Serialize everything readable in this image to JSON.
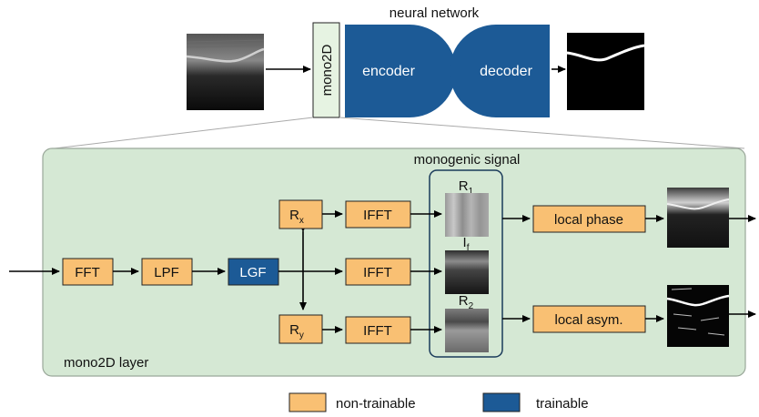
{
  "header": {
    "title": "neural network",
    "mono2d_label": "mono2D",
    "encoder_label": "encoder",
    "decoder_label": "decoder",
    "input_image": "ultrasound-input-thumbnail",
    "output_image": "segmentation-mask-thumbnail"
  },
  "layer": {
    "title": "monogenic signal",
    "name": "mono2D layer",
    "blocks": {
      "fft": "FFT",
      "lpf": "LPF",
      "lgf": "LGF",
      "rx_main": "R",
      "rx_sub": "x",
      "ry_main": "R",
      "ry_sub": "y",
      "ifft_top": "IFFT",
      "ifft_mid": "IFFT",
      "ifft_bot": "IFFT",
      "local_phase": "local phase",
      "local_asym": "local asym."
    },
    "signals": {
      "r1_main": "R",
      "r1_sub": "1",
      "if_main": "I",
      "if_sub": "f",
      "r2_main": "R",
      "r2_sub": "2"
    }
  },
  "legend": {
    "non_trainable": "non-trainable",
    "trainable": "trainable"
  },
  "colors": {
    "non_trainable": "#f9c073",
    "trainable": "#1c5a96",
    "layer_bg": "#d5e8d4",
    "layer_border": "#9aa89a",
    "mono2d_bg": "#e6f3e2"
  }
}
